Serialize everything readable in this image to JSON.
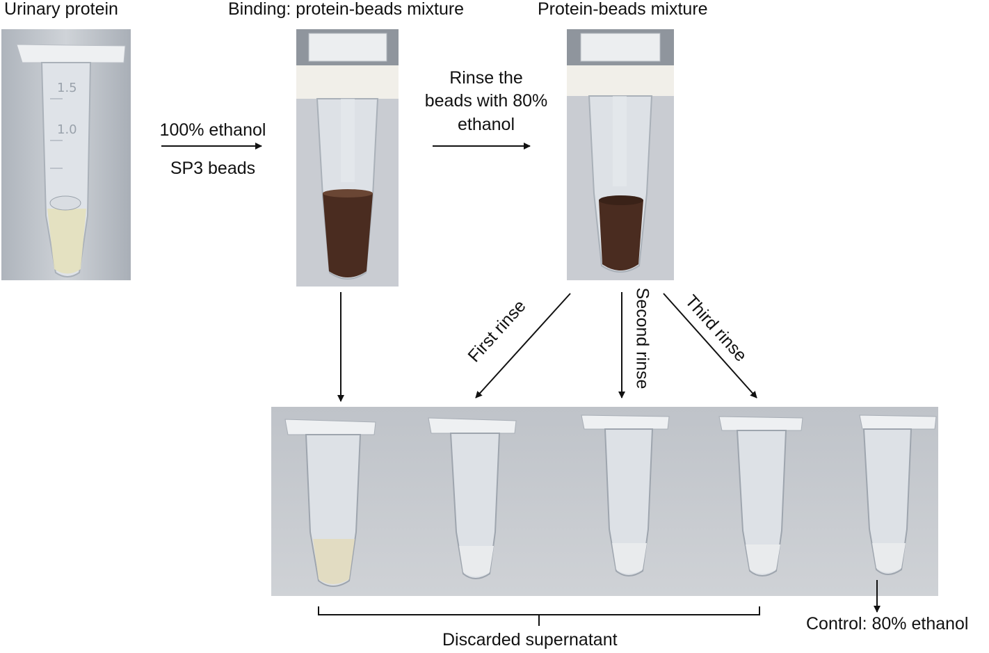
{
  "labels": {
    "urinary_protein": "Urinary protein",
    "binding_mixture": "Binding: protein-beads mixture",
    "protein_beads_mixture": "Protein-beads mixture",
    "step1_top": "100% ethanol",
    "step1_bottom": "SP3 beads",
    "step2_line1": "Rinse the",
    "step2_line2": "beads with 80%",
    "step2_line3": "ethanol",
    "first_rinse": "First rinse",
    "second_rinse": "Second rinse",
    "third_rinse": "Third rinse",
    "discarded": "Discarded supernatant",
    "control": "Control: 80% ethanol"
  },
  "colors": {
    "photo_background": "#c9ccd2",
    "tube_plastic": "#e6e9ee",
    "urine_liquid": "#e4e0bf",
    "bead_mixture": "#4a2c20",
    "rack": "#f1efe9",
    "strip_background": "#c4c7cc",
    "arrow": "#111111"
  },
  "icons": [
    "tube-photo",
    "arrow-right",
    "arrow-down",
    "arrow-diagonal",
    "brace"
  ]
}
